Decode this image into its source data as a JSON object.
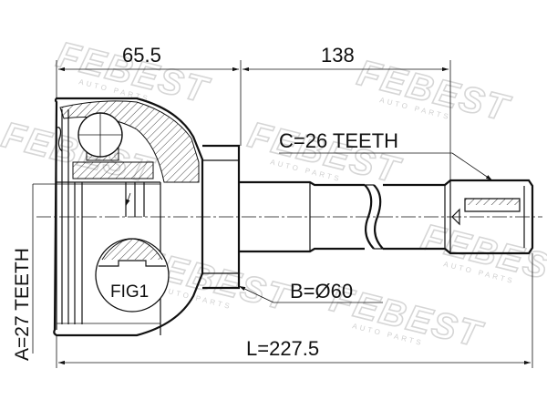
{
  "watermark": {
    "brand": "FEBEST",
    "tagline": "AUTO PARTS"
  },
  "dimensions": {
    "housing_length": "65.5",
    "shaft_length": "138",
    "outer_spline": "C=26 TEETH",
    "inner_spline": "A=27 TEETH",
    "boot_diameter": "B=Ø60",
    "total_length": "L=227.5"
  },
  "labels": {
    "figure": "FIG1"
  }
}
